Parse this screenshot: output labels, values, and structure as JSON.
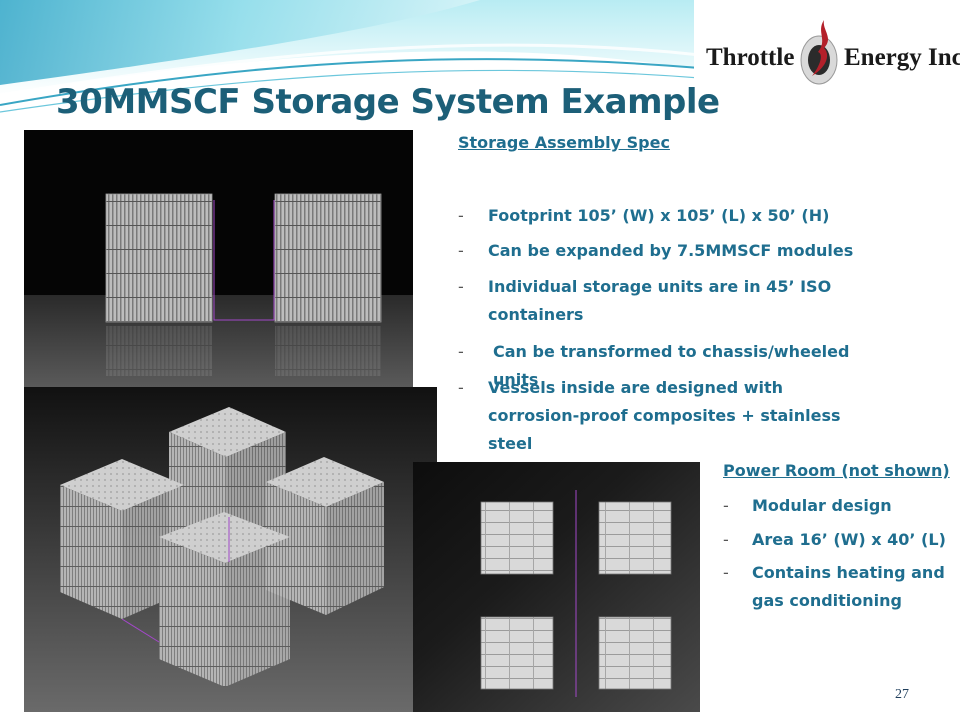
{
  "slide": {
    "title": "30MMSCF Storage System Example",
    "page_number": "27"
  },
  "logo": {
    "left_text": "Throttle",
    "right_text": "Energy Inc."
  },
  "storage_spec": {
    "heading": "Storage Assembly Spec",
    "bullets": [
      "Footprint 105’ (W) x 105’ (L) x 50’ (H)",
      "Can be expanded by 7.5MMSCF modules",
      "Individual storage units are in 45’ ISO containers",
      "Can be transformed to chassis/wheeled units",
      "Vessels inside are designed with corrosion-proof composites + stainless steel"
    ]
  },
  "power_room": {
    "heading": "Power Room (not shown)",
    "bullets": [
      "Modular design",
      "Area 16’ (W) x 40’ (L)",
      "Contains heating and gas conditioning"
    ]
  },
  "colors": {
    "title": "#1c5f78",
    "body_text": "#1f6e8f",
    "accent_wave": "#7fd6e6"
  }
}
